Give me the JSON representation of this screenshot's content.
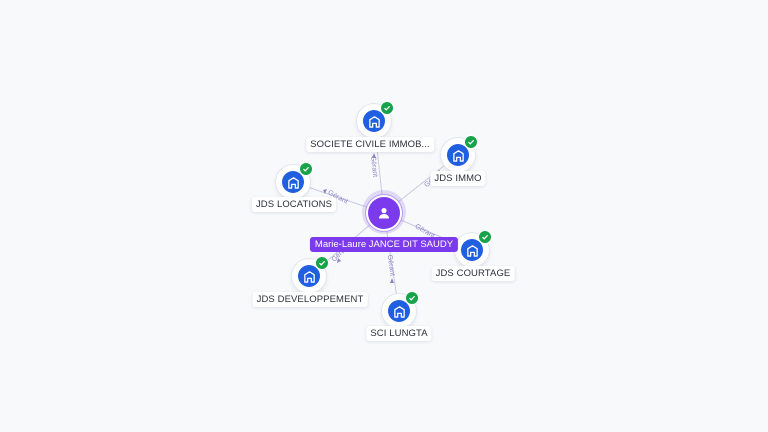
{
  "colors": {
    "person": "#7c3aed",
    "company": "#1f5fe0",
    "verified": "#16a34a",
    "edge": "#c9cbe0"
  },
  "icons": {
    "person": "user-icon",
    "company": "building-icon",
    "verified": "check-circle-icon"
  },
  "person": {
    "name": "Marie-Laure JANCE DIT SAUDY"
  },
  "companies": [
    {
      "id": "societe-civile-immob",
      "label": "SOCIETE CIVILE IMMOB...",
      "role": "Gérant"
    },
    {
      "id": "jds-immo",
      "label": "JDS IMMO",
      "role": "Gérant"
    },
    {
      "id": "jds-locations",
      "label": "JDS LOCATIONS",
      "role": "Gérant"
    },
    {
      "id": "jds-courtage",
      "label": "JDS COURTAGE",
      "role": "Gérant"
    },
    {
      "id": "jds-developpement",
      "label": "JDS DEVELOPPEMENT",
      "role": "Gérant"
    },
    {
      "id": "sci-lungta",
      "label": "SCI LUNGTA",
      "role": "Gérant"
    }
  ]
}
